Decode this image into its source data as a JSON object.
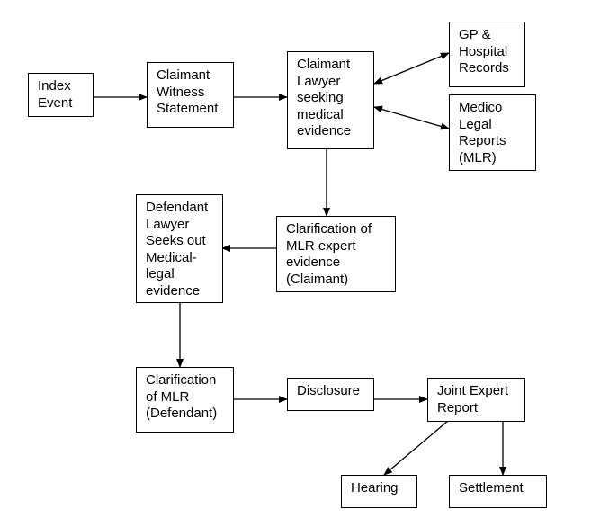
{
  "diagram": {
    "nodes": {
      "index_event": "Index\nEvent",
      "claimant_witness": "Claimant\nWitness\nStatement",
      "claimant_lawyer": "Claimant\nLawyer\nseeking\nmedical\nevidence",
      "gp_records": "GP &\nHospital\nRecords",
      "medico_legal": "Medico\nLegal\nReports\n(MLR)",
      "clarification_claimant": "Clarification of\nMLR expert\nevidence\n(Claimant)",
      "defendant_lawyer": "Defendant\nLawyer\nSeeks out\nMedical-\nlegal\nevidence",
      "clarification_defendant": "Clarification\nof MLR\n(Defendant)",
      "disclosure": "Disclosure",
      "joint_expert": "Joint Expert\nReport",
      "hearing": "Hearing",
      "settlement": "Settlement"
    },
    "edges": [
      {
        "from": "index_event",
        "to": "claimant_witness",
        "direction": "forward"
      },
      {
        "from": "claimant_witness",
        "to": "claimant_lawyer",
        "direction": "forward"
      },
      {
        "from": "claimant_lawyer",
        "to": "gp_records",
        "direction": "both"
      },
      {
        "from": "claimant_lawyer",
        "to": "medico_legal",
        "direction": "both"
      },
      {
        "from": "claimant_lawyer",
        "to": "clarification_claimant",
        "direction": "forward"
      },
      {
        "from": "clarification_claimant",
        "to": "defendant_lawyer",
        "direction": "forward"
      },
      {
        "from": "defendant_lawyer",
        "to": "clarification_defendant",
        "direction": "forward"
      },
      {
        "from": "clarification_defendant",
        "to": "disclosure",
        "direction": "forward"
      },
      {
        "from": "disclosure",
        "to": "joint_expert",
        "direction": "forward"
      },
      {
        "from": "joint_expert",
        "to": "hearing",
        "direction": "forward"
      },
      {
        "from": "joint_expert",
        "to": "settlement",
        "direction": "forward"
      }
    ]
  }
}
